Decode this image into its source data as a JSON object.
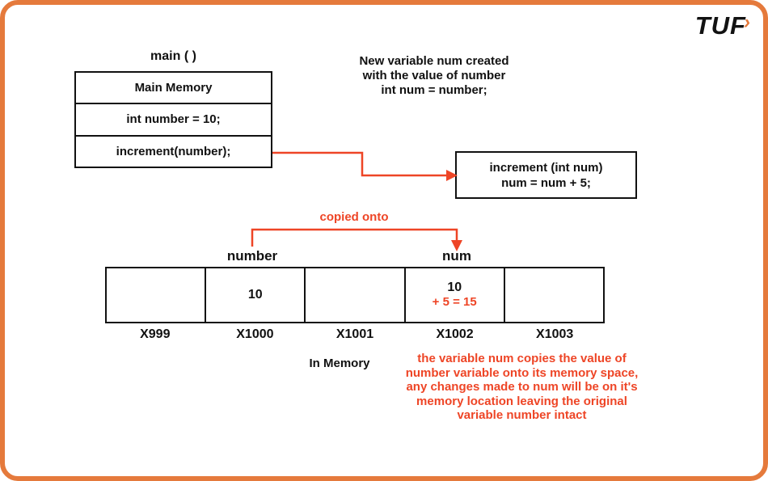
{
  "logo": {
    "text": "TUF",
    "chevron": "›"
  },
  "colors": {
    "frame_orange": "#E57A3C",
    "red": "#EE4526",
    "black": "#111111"
  },
  "main_function": {
    "title": "main ( )",
    "rows": [
      "Main Memory",
      "int number = 10;",
      "increment(number);"
    ]
  },
  "note_top": {
    "lines": [
      "New variable num created",
      "with the value of number",
      "int num = number;"
    ]
  },
  "increment_box": {
    "lines": [
      "increment (int num)",
      "num = num + 5;"
    ]
  },
  "copy_arrow": {
    "label": "copied onto"
  },
  "memory": {
    "var_labels": [
      {
        "name": "number"
      },
      {
        "name": "num"
      }
    ],
    "cells": [
      {
        "address": "X999",
        "value": "",
        "note": ""
      },
      {
        "address": "X1000",
        "value": "10",
        "note": ""
      },
      {
        "address": "X1001",
        "value": "",
        "note": ""
      },
      {
        "address": "X1002",
        "value": "10",
        "note": "+ 5 = 15"
      },
      {
        "address": "X1003",
        "value": "",
        "note": ""
      }
    ],
    "caption": "In Memory"
  },
  "note_bottom": {
    "lines": [
      "the variable num copies the value of",
      "number variable onto its memory space,",
      "any changes made to num will be on it's",
      "memory location leaving the original",
      "variable number intact"
    ]
  }
}
